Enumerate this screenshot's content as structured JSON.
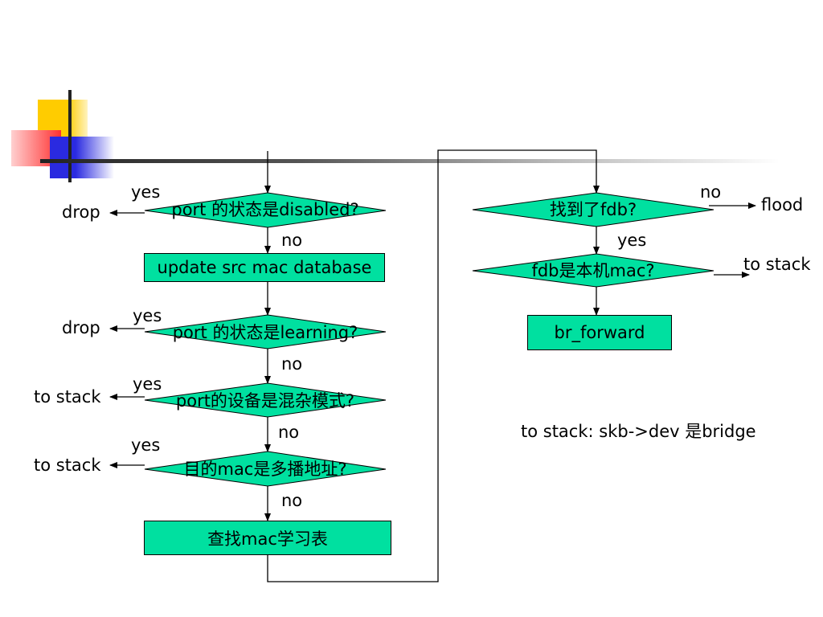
{
  "colors": {
    "node_fill": "#00e0a0",
    "deco_yellow": "#ffcc00",
    "deco_red": "#ff3030",
    "deco_blue": "#2a2ae0"
  },
  "nodes": {
    "d1": "port 的状态是disabled?",
    "b1": "update src mac database",
    "d2": "port 的状态是learning?",
    "d3": "port的设备是混杂模式?",
    "d4": "目的mac是多播地址?",
    "b2": "查找mac学习表",
    "d5": "找到了fdb?",
    "d6": "fdb是本机mac?",
    "b3": "br_forward"
  },
  "edges": {
    "yes1": "yes",
    "drop1": "drop",
    "no1": "no",
    "yes2": "yes",
    "drop2": "drop",
    "no2": "no",
    "yes3": "yes",
    "stack3": "to stack",
    "no3": "no",
    "yes4": "yes",
    "stack4": "to stack",
    "no4": "no",
    "no5": "no",
    "flood": "flood",
    "yes5": "yes",
    "stack6": "to stack"
  },
  "note": "to stack: skb->dev 是bridge"
}
